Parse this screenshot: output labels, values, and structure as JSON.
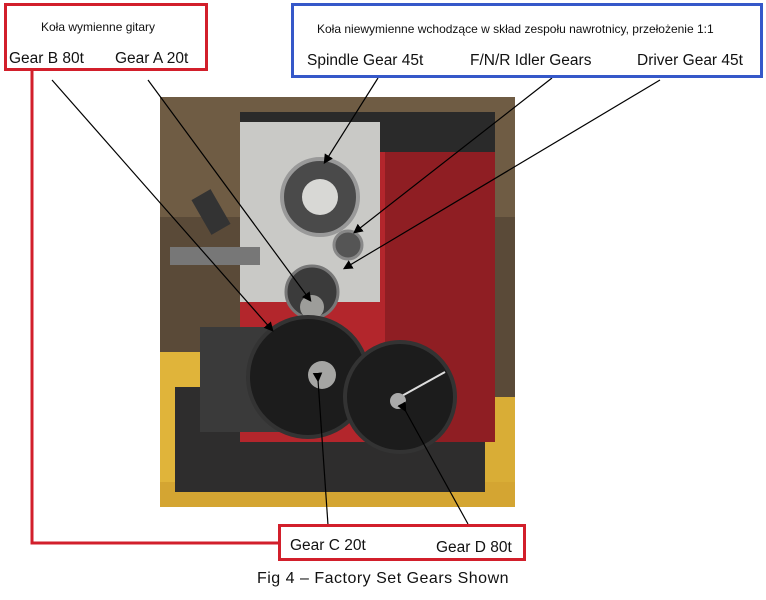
{
  "top_left_box": {
    "title": "Koła wymienne gitary",
    "labels": [
      "Gear B 80t",
      "Gear A 20t"
    ]
  },
  "top_right_box": {
    "title": "Koła niewymienne wchodzące w skład zespołu nawrotnicy, przełożenie 1:1",
    "labels": [
      "Spindle Gear 45t",
      "F/N/R Idler Gears",
      "Driver Gear 45t"
    ]
  },
  "bottom_box": {
    "labels": [
      "Gear C 20t",
      "Gear D 80t"
    ]
  },
  "caption": "Fig 4 – Factory Set Gears Shown",
  "colors": {
    "callout_red": "#d21f2b",
    "callout_blue": "#3558c9",
    "lathe_red": "#b3262c",
    "bench_yellow": "#e0b43a"
  }
}
